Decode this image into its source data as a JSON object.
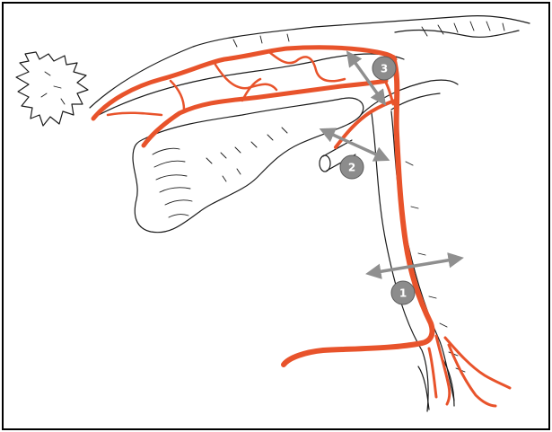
{
  "diagram": {
    "colors": {
      "artery": "#e8532b",
      "outline": "#1a1a1a",
      "arrow": "#8f8f8f",
      "badge": "#8c8c8c",
      "badge_text": "#ffffff",
      "border": "#000000",
      "background": "#ffffff"
    },
    "markers": [
      {
        "id": "m1",
        "label": "1"
      },
      {
        "id": "m2",
        "label": "2"
      },
      {
        "id": "m3",
        "label": "3"
      }
    ]
  }
}
